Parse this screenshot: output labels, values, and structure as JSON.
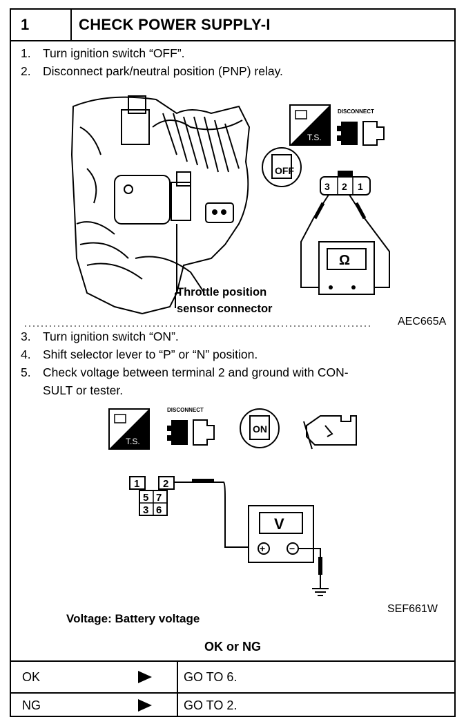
{
  "header": {
    "number": "1",
    "title": "CHECK POWER SUPPLY-I"
  },
  "steps_a": [
    {
      "n": "1.",
      "text": "Turn ignition switch “OFF”."
    },
    {
      "n": "2.",
      "text": "Disconnect park/neutral position (PNP) relay."
    }
  ],
  "figure1": {
    "callout_line1": "Throttle position",
    "callout_line2": "sensor connector",
    "code": "AEC665A",
    "ts_label": "T.S.",
    "disconnect_label": "DISCONNECT",
    "key_label": "OFF",
    "terminals": [
      "3",
      "2",
      "1"
    ],
    "meter_symbol": "Ω"
  },
  "steps_b": [
    {
      "n": "3.",
      "text": "Turn ignition switch “ON”."
    },
    {
      "n": "4.",
      "text": "Shift selector lever to “P” or “N” position."
    },
    {
      "n": "5.",
      "text": "Check voltage between terminal 2 and ground with CON-"
    }
  ],
  "step5_cont": "SULT or tester.",
  "figure2": {
    "code": "SEF661W",
    "ts_label": "T.S.",
    "disconnect_label": "DISCONNECT",
    "key_label": "ON",
    "connector_cells": [
      "1",
      "2",
      "5",
      "7",
      "3",
      "6"
    ],
    "meter_symbol": "V",
    "plus": "+",
    "minus": "−"
  },
  "spec": "Voltage: Battery voltage",
  "ok_ng_label": "OK or NG",
  "results": [
    {
      "key": "OK",
      "value": "GO TO 6."
    },
    {
      "key": "NG",
      "value": "GO TO 2."
    }
  ]
}
